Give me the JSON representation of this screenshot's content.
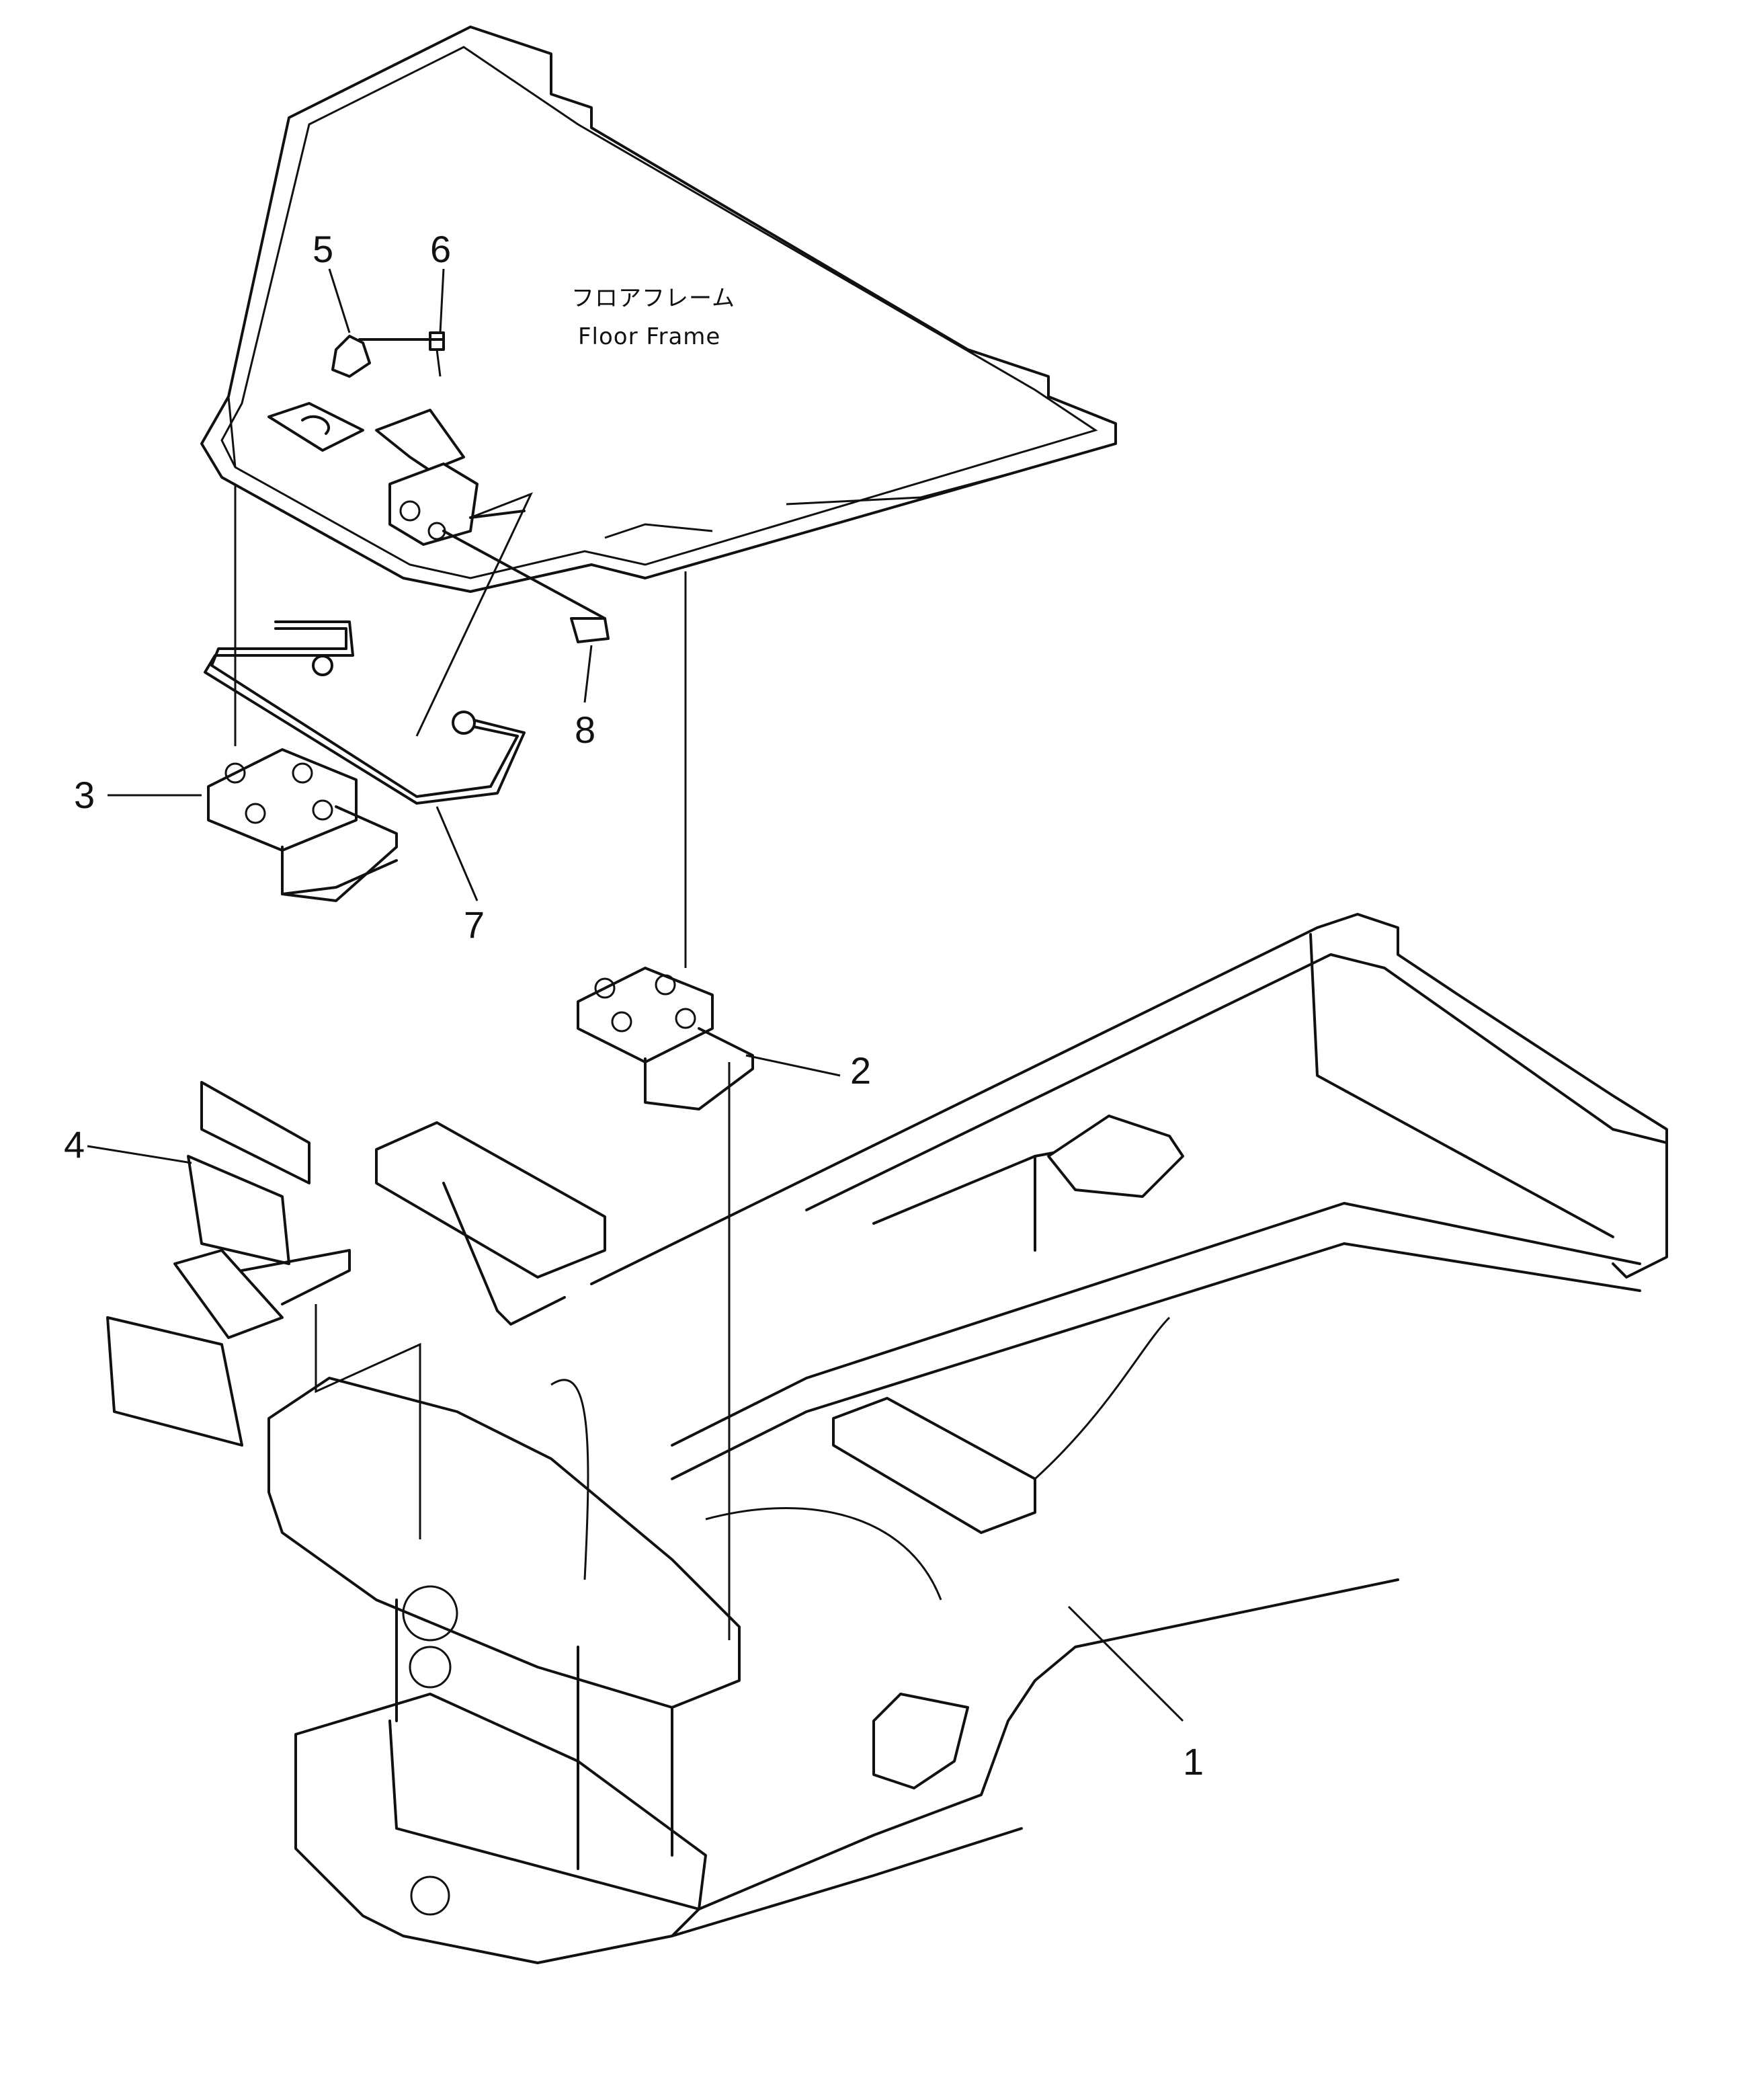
{
  "floor_frame": {
    "label_jp": "フロアフレーム",
    "label_en": "Floor Frame"
  },
  "callouts": [
    {
      "id": "1",
      "label": "1"
    },
    {
      "id": "2",
      "label": "2"
    },
    {
      "id": "3",
      "label": "3"
    },
    {
      "id": "4",
      "label": "4"
    },
    {
      "id": "5",
      "label": "5"
    },
    {
      "id": "6",
      "label": "6"
    },
    {
      "id": "7",
      "label": "7"
    },
    {
      "id": "8",
      "label": "8"
    }
  ]
}
